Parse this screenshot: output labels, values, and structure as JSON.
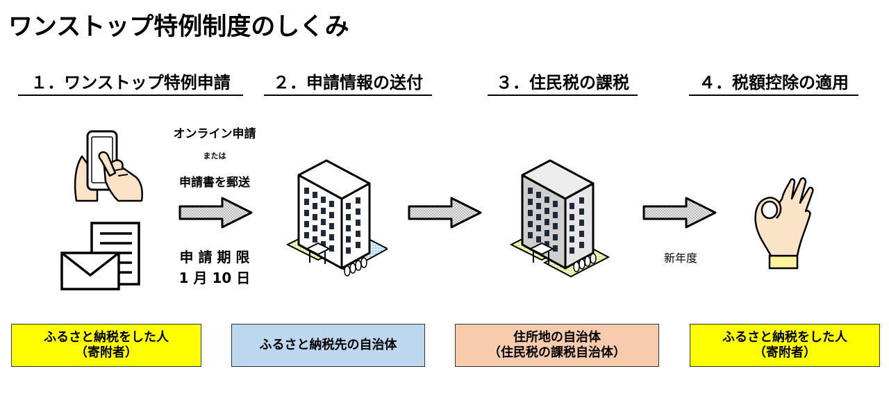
{
  "title": "ワンストップ特例制度のしくみ",
  "steps": [
    {
      "label": "１．ワンストップ特例申請"
    },
    {
      "label": "２．申請情報の送付"
    },
    {
      "label": "３．住民税の課税"
    },
    {
      "label": "４．税額控除の適用"
    }
  ],
  "notes": {
    "online": "オンライン申請",
    "or": "または",
    "mail": "申請書を郵送",
    "deadline_label": "申 請 期 限",
    "deadline_date": "1 月 10 日",
    "new_year": "新年度"
  },
  "boxes": [
    {
      "line1": "ふるさと納税をした人",
      "line2": "（寄附者）",
      "color": "#FFFF00"
    },
    {
      "line1": "ふるさと納税先の自治体",
      "color": "#BDD7EE"
    },
    {
      "line1": "住所地の自治体",
      "line2": "（住民税の課税自治体）",
      "color": "#F8CBAD"
    },
    {
      "line1": "ふるさと納税をした人",
      "line2": "（寄附者）",
      "color": "#FFFF00"
    }
  ],
  "icons": {
    "phone": "smartphone-hand-icon",
    "envelope": "envelope-document-icon",
    "building1": "office-building-icon",
    "building2": "office-building-icon",
    "ok_hand": "ok-hand-icon",
    "arrow": "right-arrow-icon"
  }
}
